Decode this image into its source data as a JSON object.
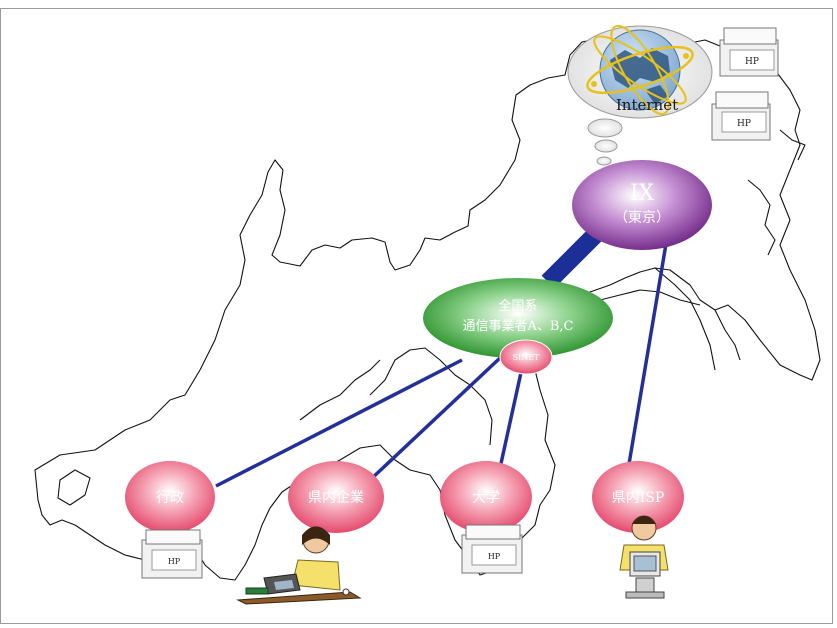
{
  "colors": {
    "ix_fill": "#7a2b8e",
    "carrier_fill": "#2c8f2c",
    "node_fill": "#e8506e",
    "trunk_line": "#1c2f96",
    "link_line": "#24309a",
    "map_outline": "#111111"
  },
  "internet": {
    "label": "Internet",
    "icon": "globe-icon"
  },
  "ix": {
    "label": "IX",
    "sublabel": "（東京）"
  },
  "carrier": {
    "line1": "全国系",
    "line2": "通信事業者A、B,C"
  },
  "sinet": {
    "label": "SINET"
  },
  "nodes": [
    {
      "label": "行政"
    },
    {
      "label": "県内企業"
    },
    {
      "label": "大学"
    },
    {
      "label": "県内ISP"
    }
  ],
  "servers": {
    "internet_top": "HP",
    "internet_bottom": "HP",
    "gov": "HP",
    "univ": "HP"
  }
}
